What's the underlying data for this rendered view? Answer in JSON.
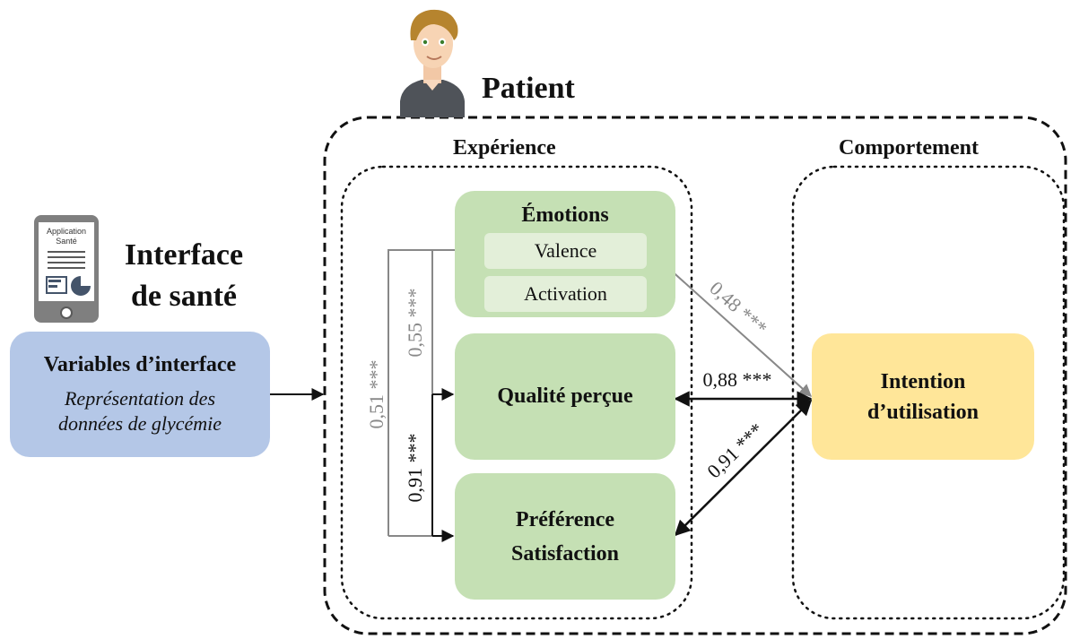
{
  "patient": {
    "title": "Patient"
  },
  "experience": {
    "title": "Expérience"
  },
  "comportement": {
    "title": "Comportement"
  },
  "phone": {
    "line1": "Application",
    "line2": "Santé"
  },
  "interface": {
    "title_line1": "Interface",
    "title_line2": "de santé"
  },
  "variables": {
    "title": "Variables d’interface",
    "sub1": "Représentation des",
    "sub2": "données de glycémie"
  },
  "emotions": {
    "title": "Émotions",
    "valence": "Valence",
    "activation": "Activation"
  },
  "qualite": {
    "label": "Qualité perçue"
  },
  "preference": {
    "line1": "Préférence",
    "line2": "Satisfaction"
  },
  "intention": {
    "line1": "Intention",
    "line2": "d’utilisation"
  },
  "coefficients": {
    "c051": "0,51 ***",
    "c055": "0,55 ***",
    "c091_left": "0,91 ***",
    "c048": "0,48 ***",
    "c088": "0,88 ***",
    "c091_right": "0,91 ***"
  },
  "colors": {
    "green": "#c5e0b4",
    "light_green": "#e3efd9",
    "blue": "#b4c7e7",
    "yellow": "#ffe699",
    "gray_arrow": "#888888"
  },
  "icons": [
    "person-avatar-icon",
    "smartphone-icon"
  ]
}
